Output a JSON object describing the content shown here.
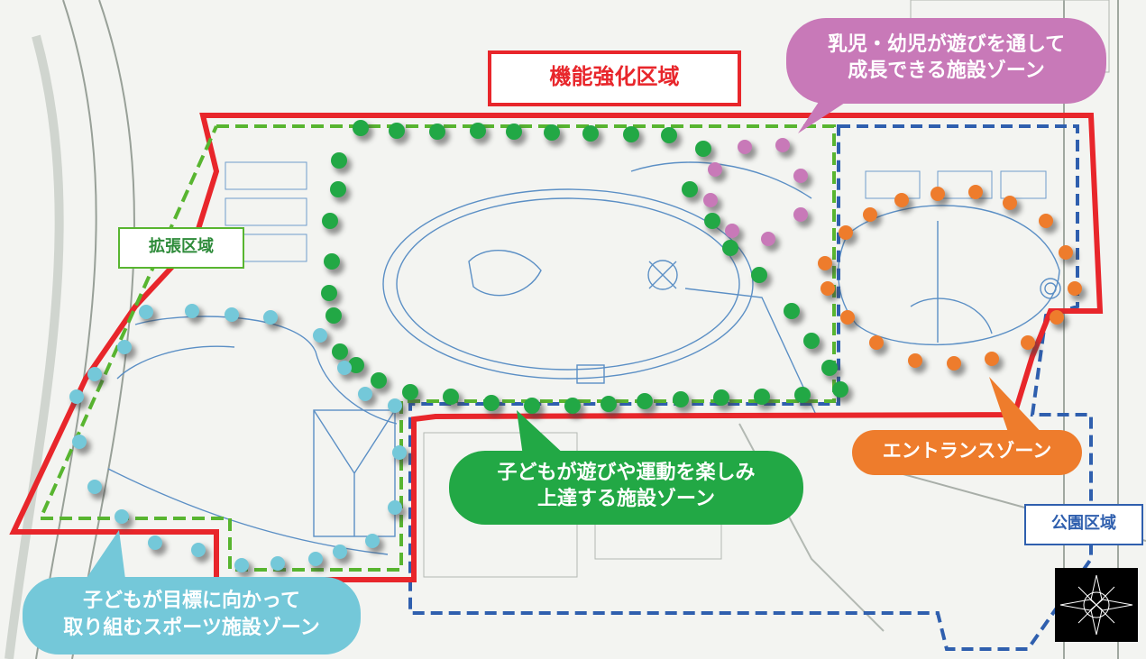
{
  "colors": {
    "function_zone": "#e8262b",
    "expansion_zone": "#58b530",
    "park_zone": "#2f5fae",
    "infant_zone": "#c879b8",
    "child_active_zone": "#22a845",
    "entrance_zone": "#ee7c2c",
    "sports_zone": "#74c8d9"
  },
  "regions": {
    "function_zone": "機能強化区域",
    "expansion_zone": "拡張区域",
    "park_zone": "公園区域"
  },
  "zones": {
    "infant": {
      "line1": "乳児・幼児が遊びを通して",
      "line2": "成長できる施設ゾーン"
    },
    "child_active": {
      "line1": "子どもが遊びや運動を楽しみ",
      "line2": "上達する施設ゾーン"
    },
    "entrance": {
      "label": "エントランスゾーン"
    },
    "sports": {
      "line1": "子どもが目標に向かって",
      "line2": "取り組むスポーツ施設ゾーン"
    }
  },
  "icons": {
    "compass": "compass-rose-icon"
  }
}
